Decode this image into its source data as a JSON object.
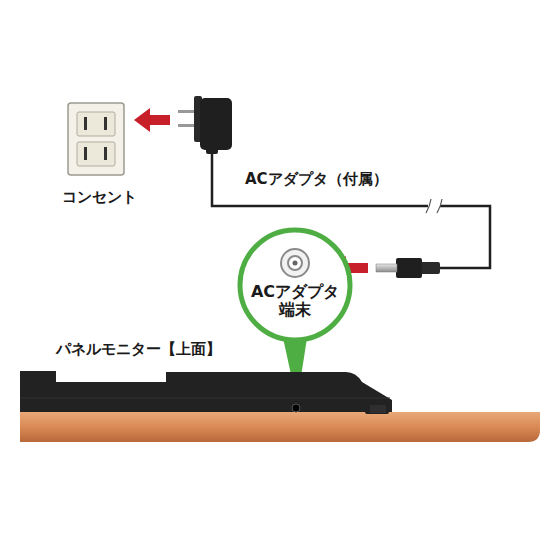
{
  "diagram": {
    "nodes": [
      {
        "text": [
          "コンセント"
        ]
      },
      {
        "text": [
          "ACアダプタ 端末"
        ]
      },
      {
        "text": [
          "パネルモニター【上面】"
        ]
      }
    ],
    "labels": [
      "ACアダプタ（付属）"
    ]
  }
}
